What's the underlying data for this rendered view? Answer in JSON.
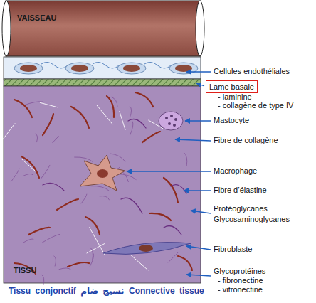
{
  "diagram": {
    "caption": "Tissu conjonctif نسيج ضام Connective tissue",
    "nodes": [
      {
        "text": [
          "VAISSEAU"
        ]
      },
      {
        "text": [
          "TISSU"
        ]
      },
      {
        "text": [
          "Lame basale"
        ]
      }
    ],
    "labels": [
      "Cellules endothéliales",
      "- laminine",
      "- collagène de type IV",
      "Mastocyte",
      "Fibre de collagène",
      "Macrophage",
      "Fibre d’élastine",
      "Protéoglycanes",
      "Glycosaminoglycanes",
      "Fibroblaste",
      "Glycoprotéines",
      "- fibronectine",
      "- vitronectine"
    ]
  }
}
